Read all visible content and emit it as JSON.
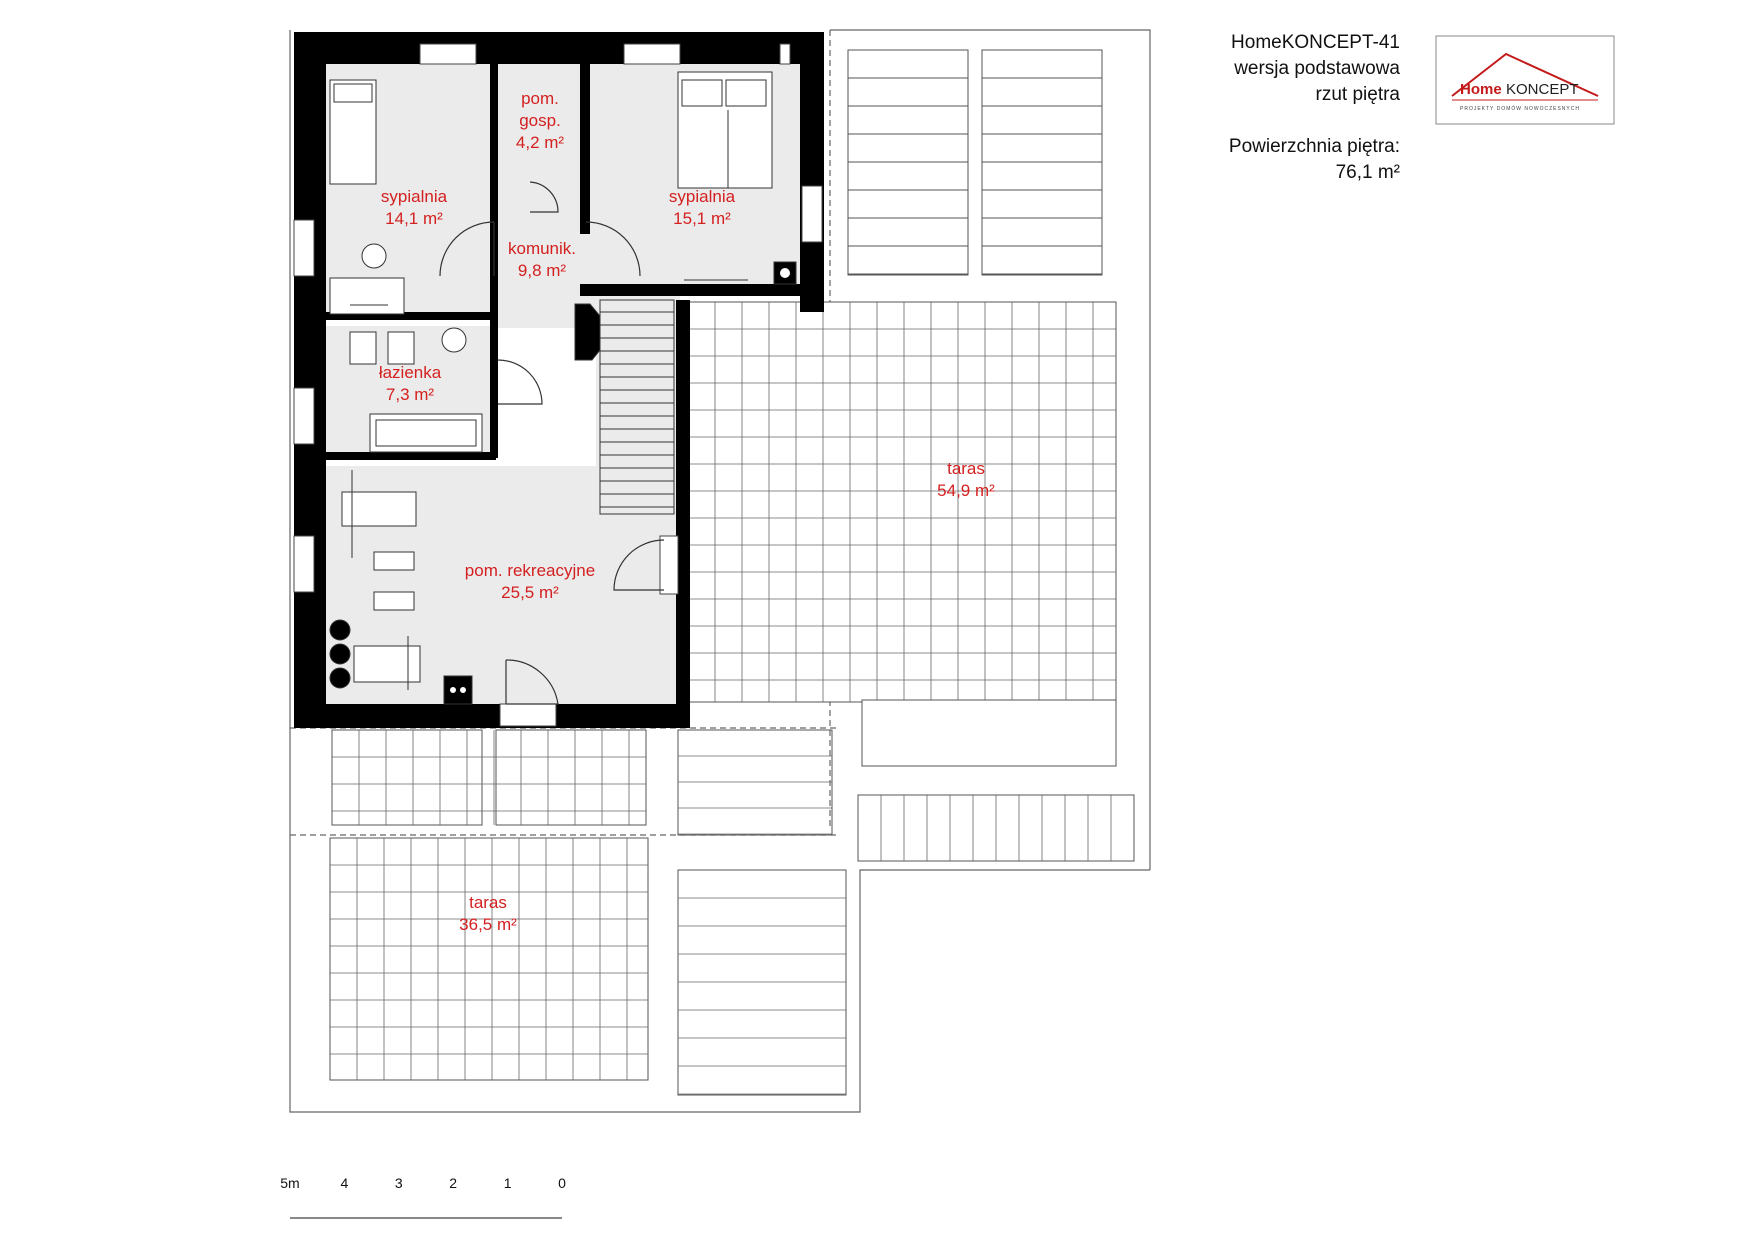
{
  "title": {
    "project": "HomeKONCEPT-41",
    "version": "wersja podstawowa",
    "view": "rzut piętra",
    "area_label": "Powierzchnia piętra:",
    "area_value": "76,1 m²"
  },
  "logo": {
    "home": "Home",
    "koncept": "KONCEPT",
    "tagline": "PROJEKTY DOMÓW NOWOCZESNYCH"
  },
  "rooms": [
    {
      "name": "sypialnia",
      "area": "14,1 m²"
    },
    {
      "name": "pom.",
      "name2": "gosp.",
      "area": "4,2 m²"
    },
    {
      "name": "sypialnia",
      "area": "15,1 m²"
    },
    {
      "name": "komunik.",
      "area": "9,8 m²"
    },
    {
      "name": "łazienka",
      "area": "7,3 m²"
    },
    {
      "name": "pom. rekreacyjne",
      "area": "25,5 m²"
    },
    {
      "name": "taras",
      "area": "54,9 m²"
    },
    {
      "name": "taras",
      "area": "36,5 m²"
    }
  ],
  "scale": {
    "ticks": [
      "0",
      "1",
      "2",
      "3",
      "4",
      "5m"
    ]
  },
  "colors": {
    "room_fill": "#ebebeb",
    "wall": "#000000",
    "label": "#d42020",
    "logo_red": "#c41a1a"
  }
}
